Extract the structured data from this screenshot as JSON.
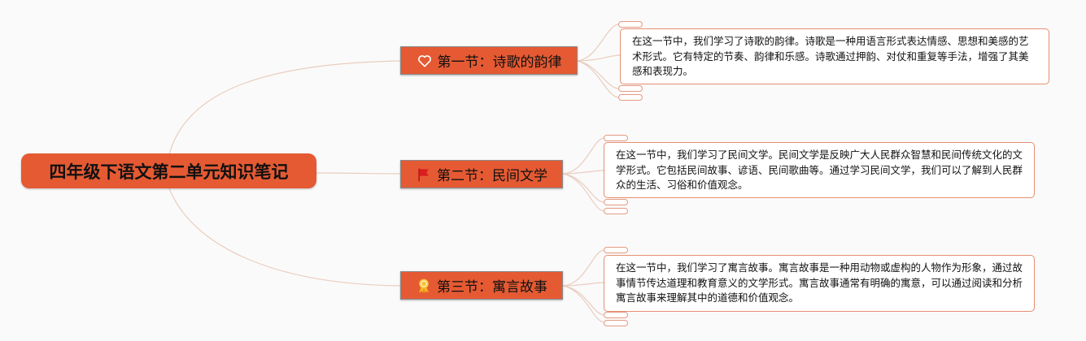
{
  "root": {
    "title": "四年级下语文第二单元知识笔记"
  },
  "sections": [
    {
      "title": "第一节：诗歌的韵律",
      "icon": "heart-icon",
      "note": "在这一节中，我们学习了诗歌的韵律。诗歌是一种用语言形式表达情感、思想和美感的艺术形式。它有特定的节奏、韵律和乐感。诗歌通过押韵、对仗和重复等手法，增强了其美感和表现力。"
    },
    {
      "title": "第二节：民间文学",
      "icon": "red-flag-icon",
      "note": "在这一节中，我们学习了民间文学。民间文学是反映广大人民群众智慧和民间传统文化的文学形式。它包括民间故事、谚语、民间歌曲等。通过学习民间文学，我们可以了解到人民群众的生活、习俗和价值观念。"
    },
    {
      "title": "第三节：寓言故事",
      "icon": "award-ribbon-icon",
      "note": "在这一节中，我们学习了寓言故事。寓言故事是一种用动物或虚构的人物作为形象，通过故事情节传达道理和教育意义的文学形式。寓言故事通常有明确的寓意，可以通过阅读和分析寓言故事来理解其中的道德和价值观念。"
    }
  ],
  "colors": {
    "accent": "#e55a33",
    "note_border": "#e58f72",
    "branch_line": "#e8cfc4"
  }
}
